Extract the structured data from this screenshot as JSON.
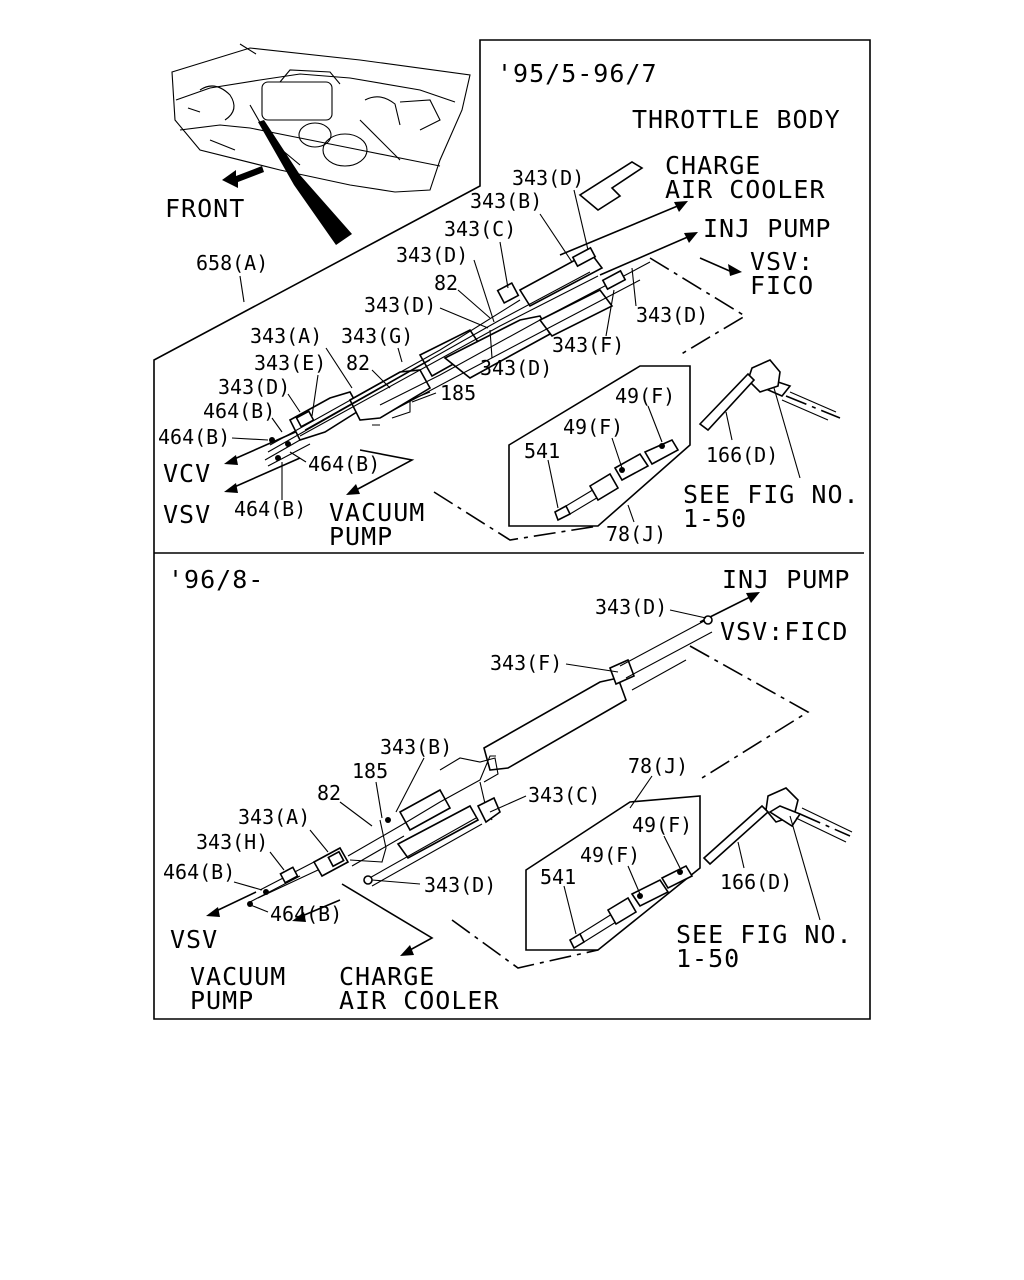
{
  "header": {
    "front_label": "FRONT",
    "ref_658": "658(A)"
  },
  "top_panel": {
    "period": "'95/5-96/7",
    "destinations": {
      "throttle_body": "THROTTLE BODY",
      "charge_air_cooler_1": "CHARGE",
      "charge_air_cooler_2": "AIR COOLER",
      "inj_pump": "INJ PUMP",
      "vsv_fico_1": "VSV:",
      "vsv_fico_2": "FICO",
      "vcv": "VCV",
      "vsv": "VSV",
      "vacuum_pump_1": "VACUUM",
      "vacuum_pump_2": "PUMP",
      "see_fig_1": "SEE FIG NO.",
      "see_fig_2": "1-50"
    },
    "callouts": {
      "c343D_top": "343(D)",
      "c343B": "343(B)",
      "c343C": "343(C)",
      "c343D_2": "343(D)",
      "c82_a": "82",
      "c343D_3": "343(D)",
      "c343D_right": "343(D)",
      "c343A": "343(A)",
      "c343G": "343(G)",
      "c343E": "343(E)",
      "c82_b": "82",
      "c343D_4": "343(D)",
      "c343F": "343(F)",
      "c343D_5": "343(D)",
      "c185": "185",
      "c464B_1": "464(B)",
      "c464B_2": "464(B)",
      "c464B_3": "464(B)",
      "c464B_4": "464(B)",
      "c49F_1": "49(F)",
      "c49F_2": "49(F)",
      "c541": "541",
      "c78J": "78(J)",
      "c166D": "166(D)"
    }
  },
  "bottom_panel": {
    "period": "'96/8-",
    "destinations": {
      "inj_pump": "INJ PUMP",
      "vsv_ficd": "VSV:FICD",
      "vsv": "VSV",
      "vacuum_pump_1": "VACUUM",
      "vacuum_pump_2": "PUMP",
      "charge_air_cooler_1": "CHARGE",
      "charge_air_cooler_2": "AIR COOLER",
      "see_fig_1": "SEE FIG NO.",
      "see_fig_2": "1-50"
    },
    "callouts": {
      "c343D_top": "343(D)",
      "c343F": "343(F)",
      "c343B": "343(B)",
      "c185": "185",
      "c82": "82",
      "c343A": "343(A)",
      "c343H": "343(H)",
      "c464B_1": "464(B)",
      "c464B_2": "464(B)",
      "c343C": "343(C)",
      "c343D_bottom": "343(D)",
      "c78J": "78(J)",
      "c49F_1": "49(F)",
      "c49F_2": "49(F)",
      "c541": "541",
      "c166D": "166(D)"
    }
  }
}
